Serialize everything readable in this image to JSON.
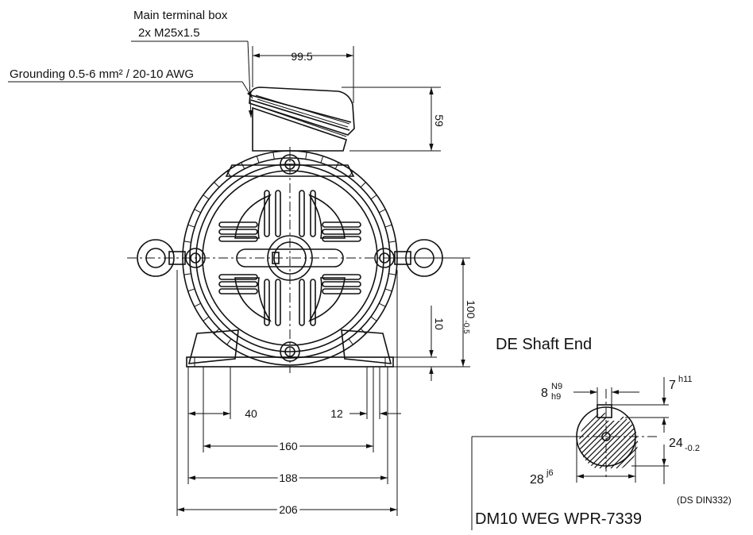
{
  "labels": {
    "terminal_box_line1": "Main terminal box",
    "terminal_box_line2": "2x M25x1.5",
    "grounding": "Grounding 0.5-6 mm² / 20-10 AWG",
    "shaft_end_title": "DE Shaft End",
    "footer_model": "DM10 WEG WPR-7339",
    "footer_standard": "(DS DIN332)"
  },
  "dimensions": {
    "terminal_box_width": "99.5",
    "terminal_box_height": "59",
    "shaft_height": "100",
    "shaft_height_tol": "-0.5",
    "foot_thickness": "10",
    "foot_a": "40",
    "foot_b": "12",
    "foot_spacing": "160",
    "base_width": "188",
    "overall_width": "206"
  },
  "shaft": {
    "key_width": "8",
    "key_width_tol_top": "N9",
    "key_width_tol_bottom": "h9",
    "key_height": "7",
    "key_height_tol": "h11",
    "shaft_dia": "28",
    "shaft_dia_tol": "j6",
    "key_depth": "24",
    "key_depth_tol": "-0.2"
  }
}
